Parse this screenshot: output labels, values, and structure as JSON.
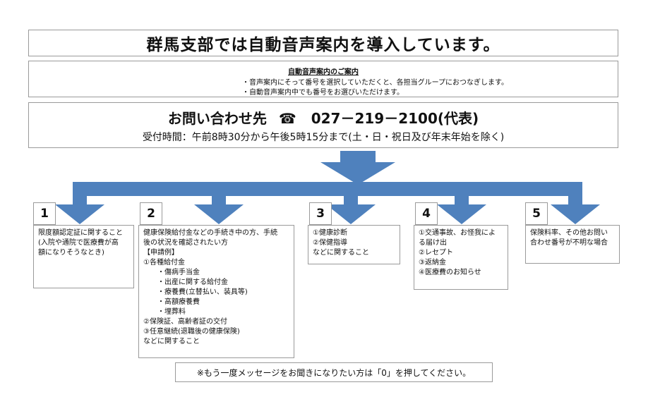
{
  "title": "群馬支部では自動音声案内を導入しています。",
  "guide": {
    "heading": "自動音声案内のご案内",
    "lines": [
      "・音声案内にそって番号を選択していただくと、各担当グループにおつなぎします。",
      "・自動音声案内中でも番号をお選びいただけます。"
    ]
  },
  "contact": {
    "label": "お問い合わせ先",
    "phone_icon": "☎",
    "number": "027－219－2100(代表)",
    "hours": "受付時間：午前8時30分から午後5時15分まで(土・日・祝日及び年末年始を除く)"
  },
  "colors": {
    "arrow": "#4f81bd",
    "border": "#9a9a9a"
  },
  "options": [
    {
      "number": "1",
      "lines": [
        "限度額認定証に関すること",
        "(入院や通院で医療費が高",
        "額になりそうなとき)"
      ]
    },
    {
      "number": "2",
      "lines": [
        "健康保険給付金などの手続き中の方、手続",
        "後の状況を確認されたい方",
        "【申請例】",
        "①各種給付金",
        "　　・傷病手当金",
        "　　・出産に関する給付金",
        "　　・療養費(立替払い、装具等)",
        "　　・高額療養費",
        "　　・埋葬料",
        "②保険証、高齢者証の交付",
        "③任意継続(退職後の健康保険)",
        "などに関すること"
      ]
    },
    {
      "number": "3",
      "lines": [
        "①健康診断",
        "②保健指導",
        "などに関すること"
      ]
    },
    {
      "number": "4",
      "lines": [
        "①交通事故、お怪我によ",
        "る届け出",
        "②レセプト",
        "③返納金",
        "④医療費のお知らせ"
      ]
    },
    {
      "number": "5",
      "lines": [
        "保険料率、その他お問い",
        "合わせ番号が不明な場合"
      ]
    }
  ],
  "note": "※もう一度メッセージをお聞きになりたい方は「0」を押してください。"
}
